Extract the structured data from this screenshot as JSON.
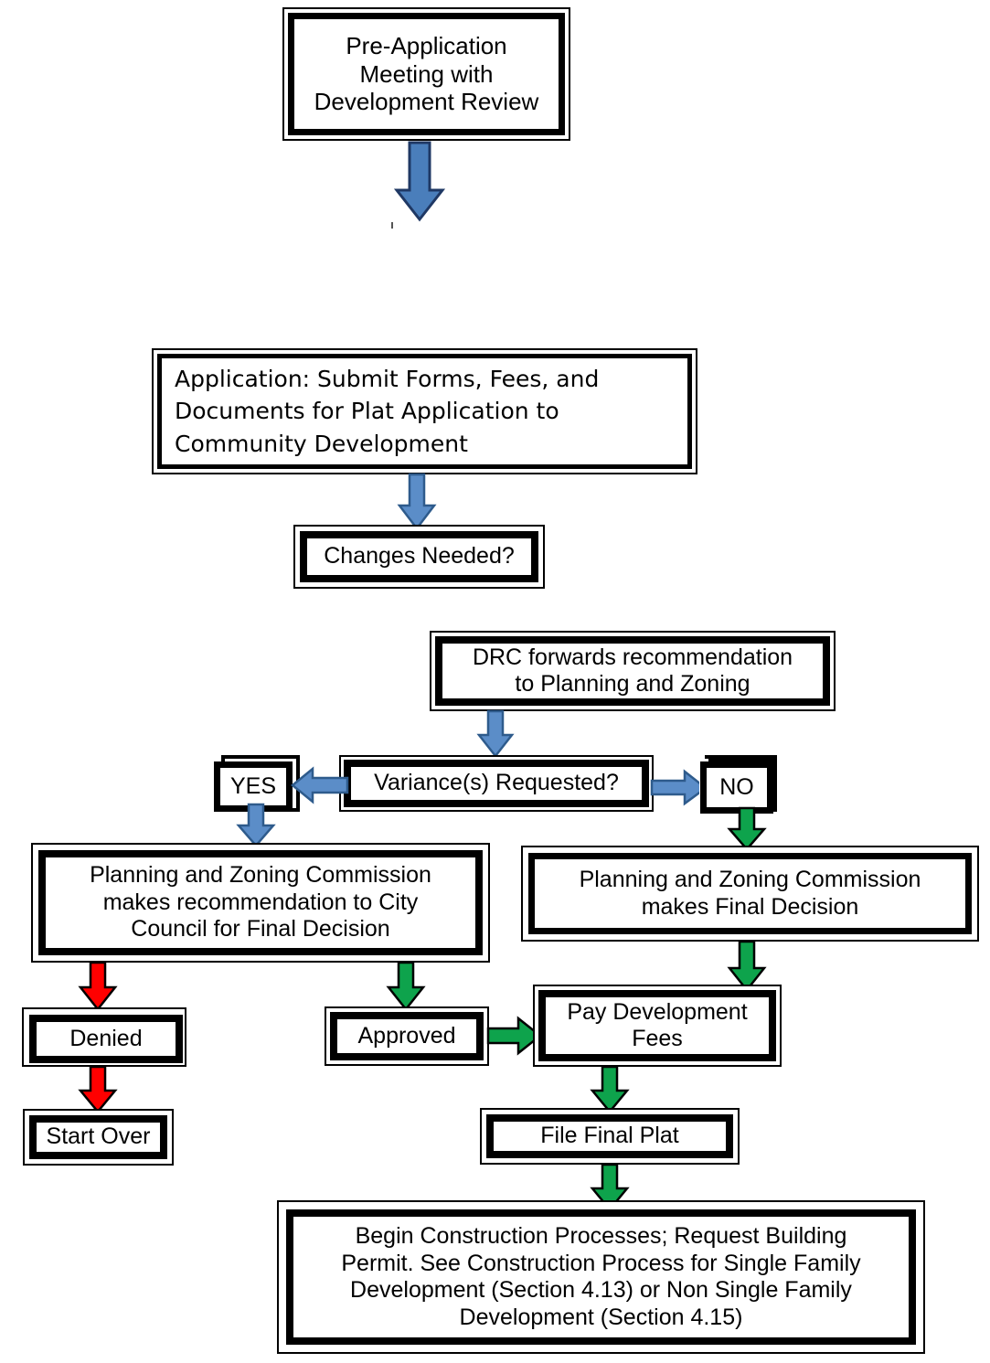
{
  "diagram": {
    "title": "Plat Application Process Flowchart",
    "colors": {
      "blue_arrow": "#4A7EBB",
      "blue_arrow_outline": "#1F3864",
      "green_arrow": "#0EA34C",
      "green_arrow_outline": "#000000",
      "red_arrow": "#FF0000",
      "red_arrow_outline": "#000000",
      "box_border": "#000000",
      "box_fill": "#FFFFFF",
      "text": "#000000"
    }
  },
  "nodes": {
    "pre_application": {
      "text": "Pre-Application\nMeeting with\nDevelopment Review"
    },
    "application": {
      "text": "Application: Submit Forms, Fees, and\nDocuments for Plat Application to\nCommunity Development"
    },
    "changes_needed": {
      "text": "Changes Needed?"
    },
    "drc_forwards": {
      "text": "DRC forwards recommendation\nto Planning and Zoning"
    },
    "variance_requested": {
      "text": "Variance(s) Requested?"
    },
    "yes": {
      "text": "YES"
    },
    "no": {
      "text": "NO"
    },
    "pz_recommendation": {
      "text": "Planning and Zoning Commission\nmakes recommendation to City\nCouncil for Final Decision"
    },
    "pz_final_decision": {
      "text": "Planning and Zoning Commission\nmakes Final Decision"
    },
    "denied": {
      "text": "Denied"
    },
    "approved": {
      "text": "Approved"
    },
    "pay_fees": {
      "text": "Pay Development\nFees"
    },
    "start_over": {
      "text": "Start Over"
    },
    "file_final_plat": {
      "text": "File Final Plat"
    },
    "begin_construction": {
      "text": "Begin Construction Processes; Request Building\nPermit. See Construction Process for Single Family\nDevelopment (Section 4.13) or Non Single Family\nDevelopment (Section 4.15)"
    }
  },
  "edges": [
    {
      "name": "pre-application-to-application",
      "color": "blue",
      "direction": "down"
    },
    {
      "name": "application-to-changes-needed",
      "color": "blue",
      "direction": "down"
    },
    {
      "name": "drc-to-variance",
      "color": "blue",
      "direction": "down"
    },
    {
      "name": "variance-to-yes",
      "color": "blue",
      "direction": "left"
    },
    {
      "name": "variance-to-no",
      "color": "blue",
      "direction": "right"
    },
    {
      "name": "yes-to-pz-recommendation",
      "color": "blue",
      "direction": "down"
    },
    {
      "name": "no-to-pz-final-decision",
      "color": "green",
      "direction": "down"
    },
    {
      "name": "pz-recommendation-to-denied",
      "color": "red",
      "direction": "down"
    },
    {
      "name": "pz-recommendation-to-approved",
      "color": "green",
      "direction": "down"
    },
    {
      "name": "pz-final-decision-to-pay-fees",
      "color": "green",
      "direction": "down"
    },
    {
      "name": "denied-to-start-over",
      "color": "red",
      "direction": "down"
    },
    {
      "name": "approved-to-pay-fees",
      "color": "green",
      "direction": "right"
    },
    {
      "name": "pay-fees-to-file-final-plat",
      "color": "green",
      "direction": "down"
    },
    {
      "name": "file-final-plat-to-begin-construction",
      "color": "green",
      "direction": "down"
    }
  ]
}
